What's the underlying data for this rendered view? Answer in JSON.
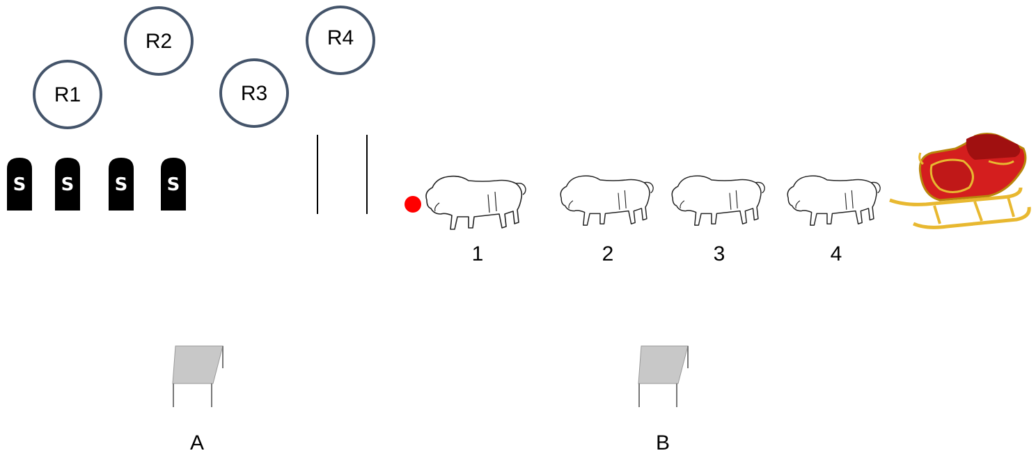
{
  "reindeer": [
    {
      "label": "R1"
    },
    {
      "label": "R2"
    },
    {
      "label": "R3"
    },
    {
      "label": "R4"
    }
  ],
  "signs": [
    {
      "letter": "S"
    },
    {
      "letter": "S"
    },
    {
      "letter": "S"
    },
    {
      "letter": "S"
    }
  ],
  "bison": [
    {
      "number": "1"
    },
    {
      "number": "2"
    },
    {
      "number": "3"
    },
    {
      "number": "4"
    }
  ],
  "tables": [
    {
      "label": "A"
    },
    {
      "label": "B"
    }
  ],
  "colors": {
    "circle_stroke": "#44546A",
    "marker_dot": "#FF0000",
    "sign_fill": "#000000",
    "table_top": "#C8C8C8",
    "sleigh_red": "#D41E1E",
    "sleigh_gold": "#E8B830"
  }
}
